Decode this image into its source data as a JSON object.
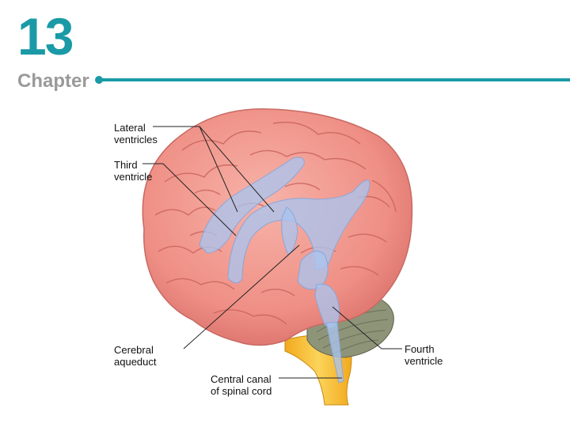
{
  "header": {
    "chapter_number": "13",
    "chapter_word": "Chapter"
  },
  "labels": {
    "lateral_ventricles": [
      "Lateral",
      "ventricles"
    ],
    "third_ventricle": [
      "Third",
      "ventricle"
    ],
    "cerebral_aqueduct": [
      "Cerebral",
      "aqueduct"
    ],
    "central_canal": [
      "Central canal",
      "of spinal cord"
    ],
    "fourth_ventricle": [
      "Fourth",
      "ventricle"
    ]
  },
  "colors": {
    "accent": "#1a9aa6",
    "brain": "#f0948a",
    "ventricles": "#aac4ee",
    "cerebellum": "#8e9478",
    "brainstem": "#f6c23a"
  }
}
